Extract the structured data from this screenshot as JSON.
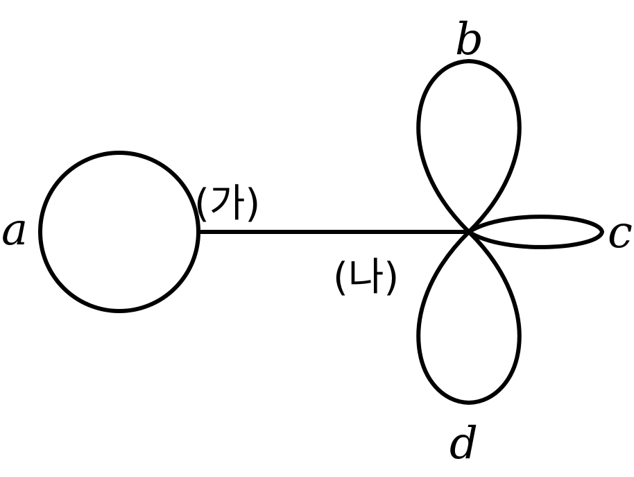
{
  "diagram": {
    "labels": {
      "a": "a",
      "b": "b",
      "c": "c",
      "d": "d",
      "ga": "(가)",
      "na": "(나)"
    },
    "stroke_color": "#000000",
    "background_color": "#ffffff"
  }
}
